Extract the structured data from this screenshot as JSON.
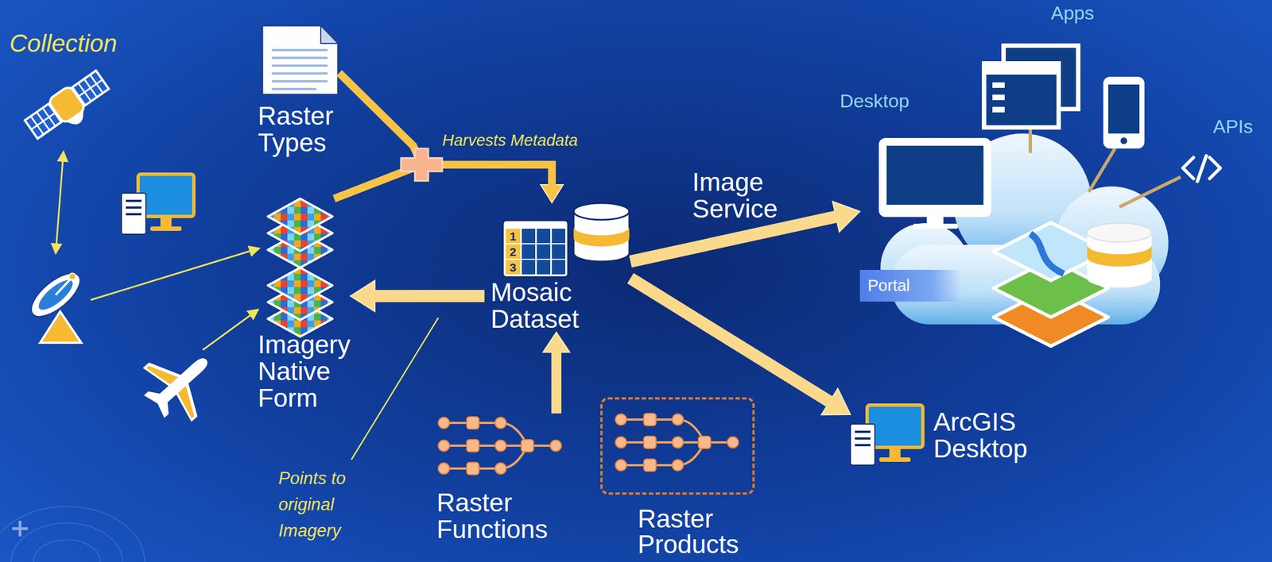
{
  "diagram": {
    "nodes": [
      {
        "text": [
          "Raster Types"
        ]
      },
      {
        "text": [
          "Imagery Native Form"
        ]
      },
      {
        "text": [
          "Mosaic Dataset"
        ]
      },
      {
        "text": [
          "Raster Functions"
        ]
      },
      {
        "text": [
          "Raster Products"
        ]
      },
      {
        "text": [
          "Portal"
        ]
      },
      {
        "text": [
          "ArcGIS Desktop"
        ]
      }
    ],
    "edges": [
      {
        "from": 0,
        "to": 2,
        "arrow": "to"
      },
      {
        "from": 1,
        "to": 2,
        "arrow": "to"
      },
      {
        "from": 2,
        "to": 1,
        "arrow": "to"
      },
      {
        "from": 3,
        "to": 2,
        "arrow": "to"
      },
      {
        "from": 2,
        "to": 5,
        "label": "Image Service",
        "arrow": "to"
      },
      {
        "from": 2,
        "to": 6,
        "arrow": "to"
      }
    ],
    "labels": [
      "Collection",
      "Harvests Metadata",
      "1",
      "2",
      "3",
      "Points to original Imagery",
      "Desktop",
      "Apps",
      "APIs"
    ]
  }
}
